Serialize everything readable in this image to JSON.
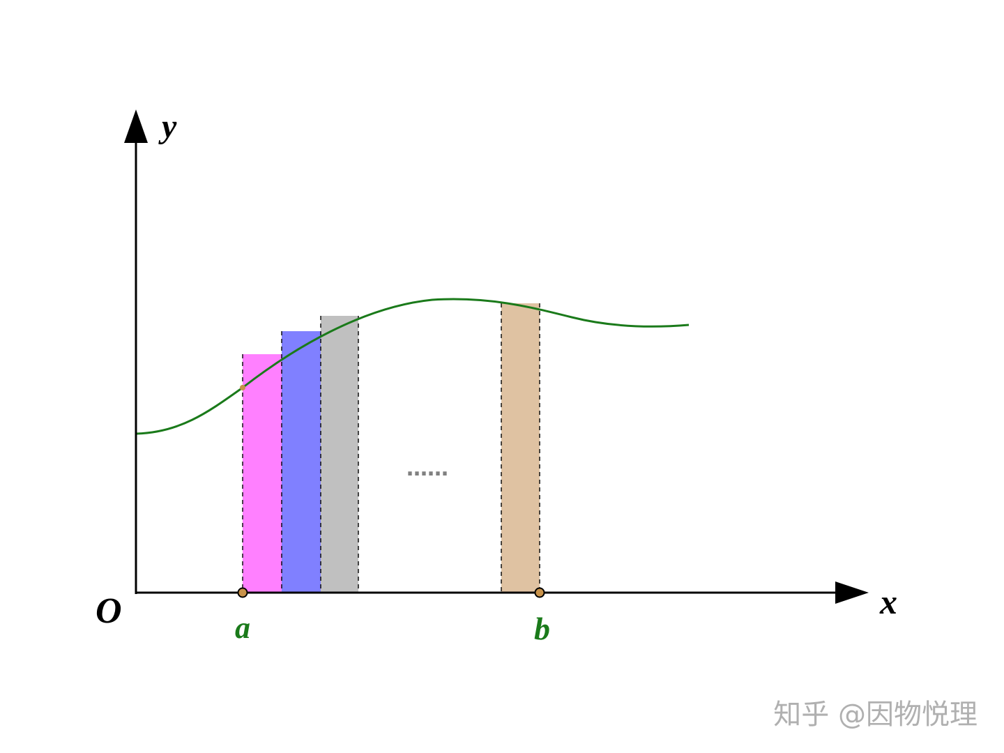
{
  "labels": {
    "y_axis": "y",
    "x_axis": "x",
    "origin": "O",
    "left_bound": "a",
    "right_bound": "b",
    "ellipsis": "……",
    "watermark": "知乎 @因物悦理"
  },
  "colors": {
    "axis": "#000000",
    "curve": "#1a7a1a",
    "bound_label": "#1a7a1a",
    "bound_point": "#c8924a",
    "strip_1": "#ff80ff",
    "strip_2": "#8080ff",
    "strip_3": "#c0c0c0",
    "strip_last": "#dfc2a2",
    "dots": "#808080",
    "watermark": "#b0b0b0"
  },
  "icons": {
    "x_axis_arrow": "arrowhead-right",
    "y_axis_arrow": "arrowhead-up",
    "bound_markers": "hollow-circle-point"
  }
}
